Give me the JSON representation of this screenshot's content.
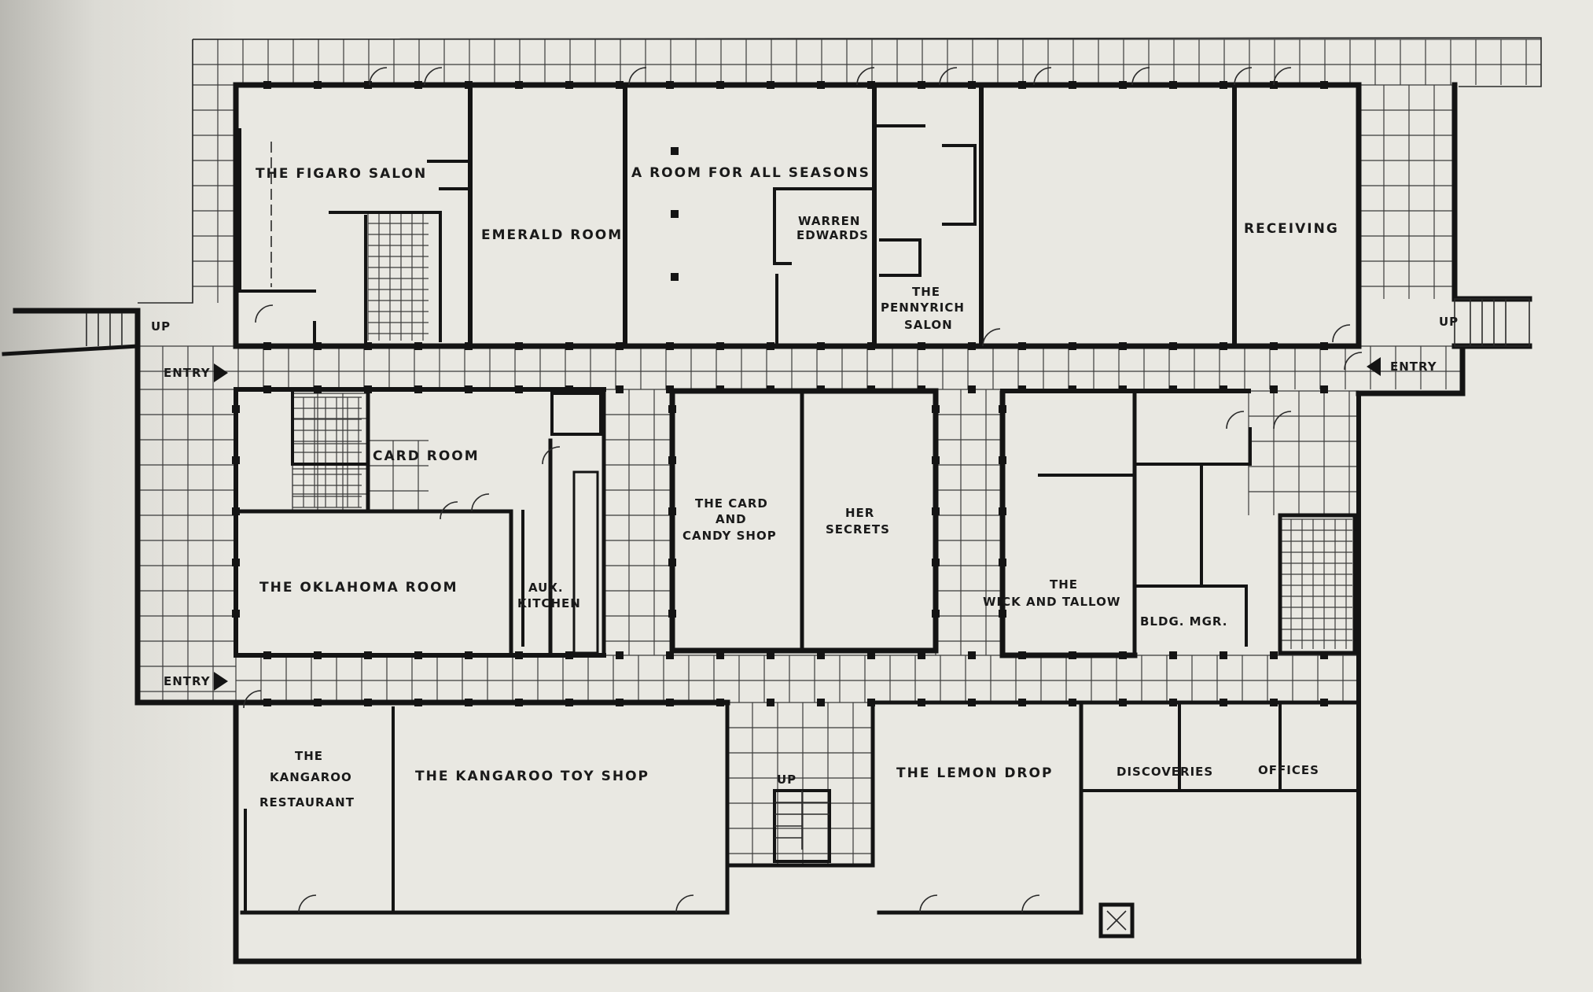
{
  "rooms": {
    "figaro_salon": "THE FIGARO SALON",
    "emerald_room": "EMERALD ROOM",
    "room_all_seasons": "A ROOM FOR ALL SEASONS",
    "warren_edwards_1": "WARREN",
    "warren_edwards_2": "EDWARDS",
    "pennyrich_1": "THE",
    "pennyrich_2": "PENNYRICH",
    "pennyrich_3": "SALON",
    "receiving": "RECEIVING",
    "card_room": "CARD ROOM",
    "oklahoma_room": "THE OKLAHOMA ROOM",
    "aux_kitchen_1": "AUX.",
    "aux_kitchen_2": "KITCHEN",
    "card_candy_1": "THE CARD",
    "card_candy_2": "AND",
    "card_candy_3": "CANDY SHOP",
    "her_secrets_1": "HER",
    "her_secrets_2": "SECRETS",
    "wick_tallow_1": "THE",
    "wick_tallow_2": "WICK AND TALLOW",
    "bldg_mgr": "BLDG. MGR.",
    "kangaroo_rest_1": "THE",
    "kangaroo_rest_2": "KANGAROO",
    "kangaroo_rest_3": "RESTAURANT",
    "kangaroo_toy": "THE KANGAROO TOY SHOP",
    "lemon_drop": "THE LEMON DROP",
    "discoveries": "DISCOVERIES",
    "offices": "OFFICES"
  },
  "markers": {
    "entry_west_upper": "ENTRY",
    "entry_west_lower": "ENTRY",
    "entry_east": "ENTRY",
    "up_west": "UP",
    "up_east": "UP",
    "up_stair": "UP"
  }
}
